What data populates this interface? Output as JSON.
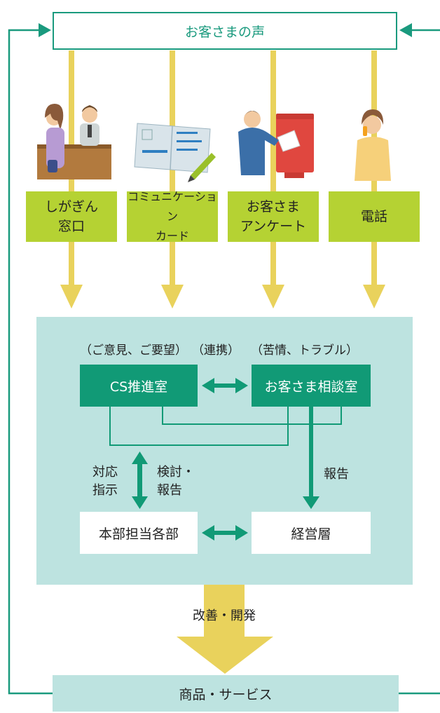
{
  "header": {
    "title": "お客さまの声"
  },
  "channels": [
    {
      "label": "しがぎん\n窓口",
      "icon": "bank-counter-illustration"
    },
    {
      "label": "コミュニケーション\nカード",
      "icon": "communication-card-illustration"
    },
    {
      "label": "お客さま\nアンケート",
      "icon": "survey-mailbox-illustration"
    },
    {
      "label": "電話",
      "icon": "telephone-caller-illustration"
    }
  ],
  "panel": {
    "caption_left": "（ご意見、ご要望）",
    "caption_mid": "（連携）",
    "caption_right": "（苦情、トラブル）",
    "cs_office": "CS推進室",
    "consult_office": "お客さま相談室",
    "label_instruct": "対応\n指示",
    "label_review": "検討・\n報告",
    "label_report": "報告",
    "hq_departments": "本部担当各部",
    "management": "経営層"
  },
  "flow_label": "改善・開発",
  "footer": {
    "title": "商品・サービス"
  },
  "colors": {
    "teal": "#1a9a7e",
    "green_box": "#119a76",
    "lime": "#b5d233",
    "panel_bg": "#bde3e0",
    "arrow_yellow": "#e9d25c"
  }
}
